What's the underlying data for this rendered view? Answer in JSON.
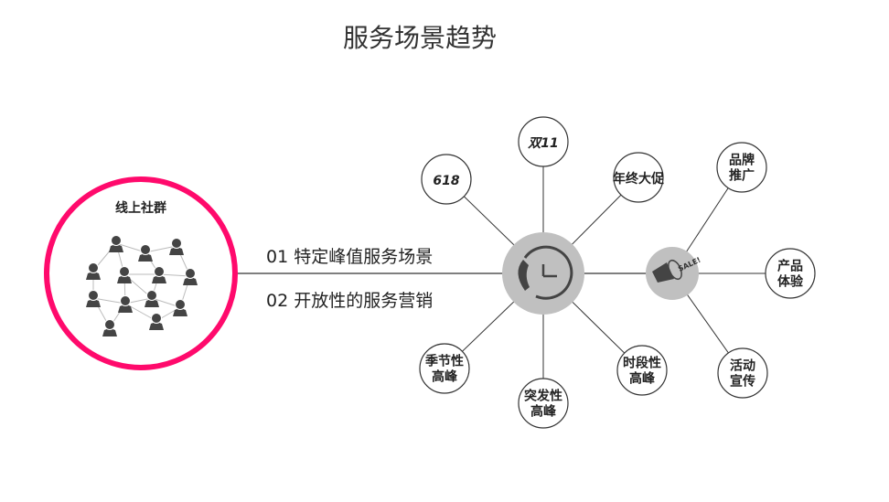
{
  "title": "服务场景趋势",
  "community": {
    "label": "线上社群",
    "accent": "#ff0a6c"
  },
  "points": [
    "01 特定峰值服务场景",
    "02 开放性的服务营销"
  ],
  "hub_main": {
    "icon": "phone-clock-icon",
    "color": "#c0c0c0"
  },
  "hub_sale": {
    "icon": "megaphone-icon",
    "label": "SALE!",
    "color": "#c0c0c0"
  },
  "satellites_main": [
    {
      "id": "618",
      "lines": [
        "618"
      ]
    },
    {
      "id": "double11",
      "lines": [
        "双11"
      ]
    },
    {
      "id": "year-end",
      "lines": [
        "年终大促"
      ]
    },
    {
      "id": "seasonal",
      "lines": [
        "季节性",
        "高峰"
      ]
    },
    {
      "id": "sudden",
      "lines": [
        "突发性",
        "高峰"
      ]
    },
    {
      "id": "time-slot",
      "lines": [
        "时段性",
        "高峰"
      ]
    }
  ],
  "satellites_sale": [
    {
      "id": "brand",
      "lines": [
        "品牌",
        "推广"
      ]
    },
    {
      "id": "product",
      "lines": [
        "产品",
        "体验"
      ]
    },
    {
      "id": "event",
      "lines": [
        "活动",
        "宣传"
      ]
    }
  ]
}
